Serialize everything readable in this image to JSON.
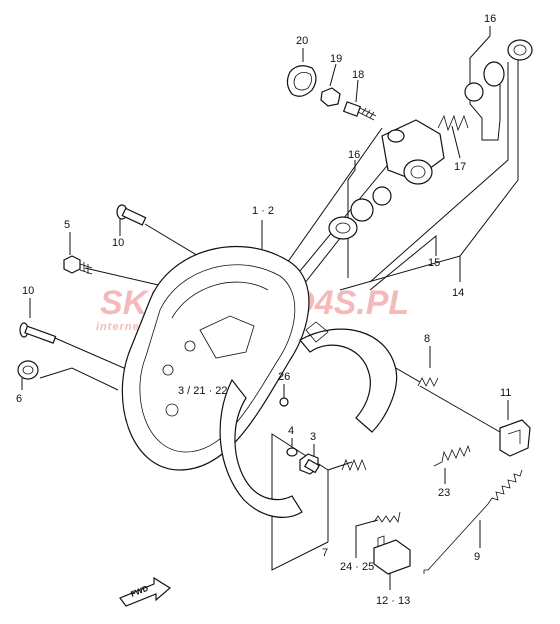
{
  "watermark": {
    "brand": "SKLEPMOTO4S.PL",
    "tagline": "internetowy sklep motocyklowy",
    "color": "#e23b3b"
  },
  "fwd_label": "FWD",
  "callouts": [
    {
      "id": "c20",
      "label": "20"
    },
    {
      "id": "c19",
      "label": "19"
    },
    {
      "id": "c18",
      "label": "18"
    },
    {
      "id": "c16a",
      "label": "16"
    },
    {
      "id": "c17",
      "label": "17"
    },
    {
      "id": "c16b",
      "label": "16"
    },
    {
      "id": "c1-2",
      "label": "1 · 2"
    },
    {
      "id": "c5",
      "label": "5"
    },
    {
      "id": "c10a",
      "label": "10"
    },
    {
      "id": "c15",
      "label": "15"
    },
    {
      "id": "c14",
      "label": "14"
    },
    {
      "id": "c10b",
      "label": "10"
    },
    {
      "id": "c6",
      "label": "6"
    },
    {
      "id": "c8",
      "label": "8"
    },
    {
      "id": "c3-21-22",
      "label": "3 / 21 · 22"
    },
    {
      "id": "c26",
      "label": "26"
    },
    {
      "id": "c11",
      "label": "11"
    },
    {
      "id": "c4",
      "label": "4"
    },
    {
      "id": "c3",
      "label": "3"
    },
    {
      "id": "c23",
      "label": "23"
    },
    {
      "id": "c7",
      "label": "7"
    },
    {
      "id": "c24-25",
      "label": "24 · 25"
    },
    {
      "id": "c9",
      "label": "9"
    },
    {
      "id": "c12-13",
      "label": "12 · 13"
    }
  ]
}
